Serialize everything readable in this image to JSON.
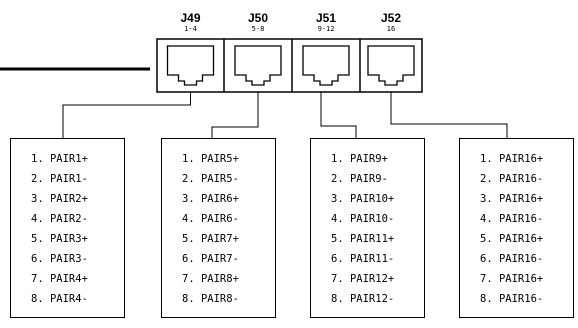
{
  "jacks": [
    {
      "name": "J49",
      "range": "1-4"
    },
    {
      "name": "J50",
      "range": "5-8"
    },
    {
      "name": "J51",
      "range": "9-12"
    },
    {
      "name": "J52",
      "range": "16"
    }
  ],
  "pinouts": [
    [
      "1. PAIR1+",
      "2. PAIR1-",
      "3. PAIR2+",
      "4. PAIR2-",
      "5. PAIR3+",
      "6. PAIR3-",
      "7. PAIR4+",
      "8. PAIR4-"
    ],
    [
      "1. PAIR5+",
      "2. PAIR5-",
      "3. PAIR6+",
      "4. PAIR6-",
      "5. PAIR7+",
      "6. PAIR7-",
      "7. PAIR8+",
      "8. PAIR8-"
    ],
    [
      "1. PAIR9+",
      "2. PAIR9-",
      "3. PAIR10+",
      "4. PAIR10-",
      "5. PAIR11+",
      "6. PAIR11-",
      "7. PAIR12+",
      "8. PAIR12-"
    ],
    [
      "1. PAIR16+",
      "2. PAIR16-",
      "3. PAIR16+",
      "4. PAIR16-",
      "5. PAIR16+",
      "6. PAIR16-",
      "7. PAIR16+",
      "8. PAIR16-"
    ]
  ]
}
